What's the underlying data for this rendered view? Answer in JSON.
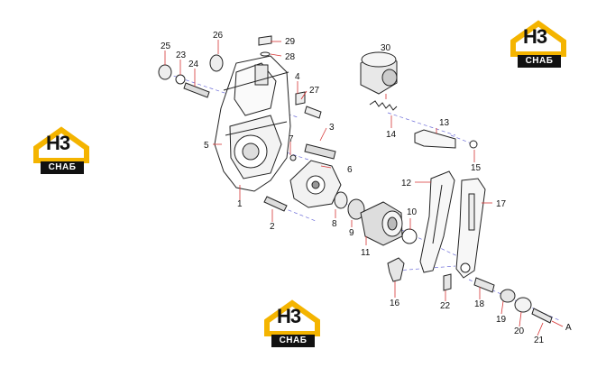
{
  "logo": {
    "mono": "H3",
    "word": "СНАБ"
  },
  "colors": {
    "lines": "#222222",
    "leader": "#d63333",
    "logo_yellow": "#f4b400",
    "dash": "#6a6ad8"
  },
  "callouts": [
    "1",
    "2",
    "3",
    "4",
    "5",
    "6",
    "7",
    "8",
    "9",
    "10",
    "11",
    "12",
    "13",
    "14",
    "15",
    "16",
    "17",
    "18",
    "19",
    "20",
    "21",
    "22",
    "23",
    "24",
    "25",
    "26",
    "27",
    "28",
    "29",
    "30",
    "A"
  ]
}
